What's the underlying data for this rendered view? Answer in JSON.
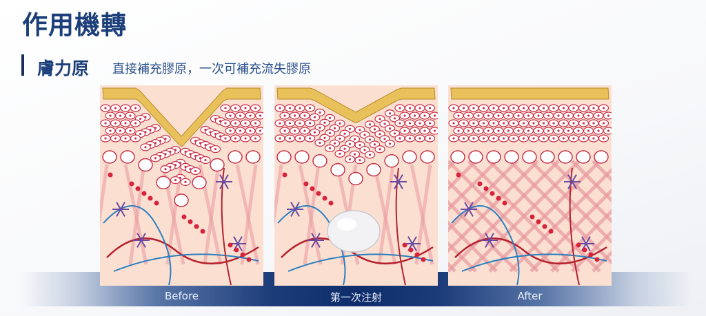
{
  "title": "作用機轉",
  "subtitle": {
    "name": "膚力原",
    "description": "直接補充膠原，一次可補充流失膠原"
  },
  "stages": [
    {
      "label": "Before",
      "state": "depressed"
    },
    {
      "label": "第一次注射",
      "state": "injected"
    },
    {
      "label": "After",
      "state": "restored"
    }
  ],
  "colors": {
    "title": "#1c3f7a",
    "band": "#0f2d6b",
    "dermis": "#fbe0d2",
    "cells": "#c8334a",
    "surface": "#e9c15a"
  }
}
